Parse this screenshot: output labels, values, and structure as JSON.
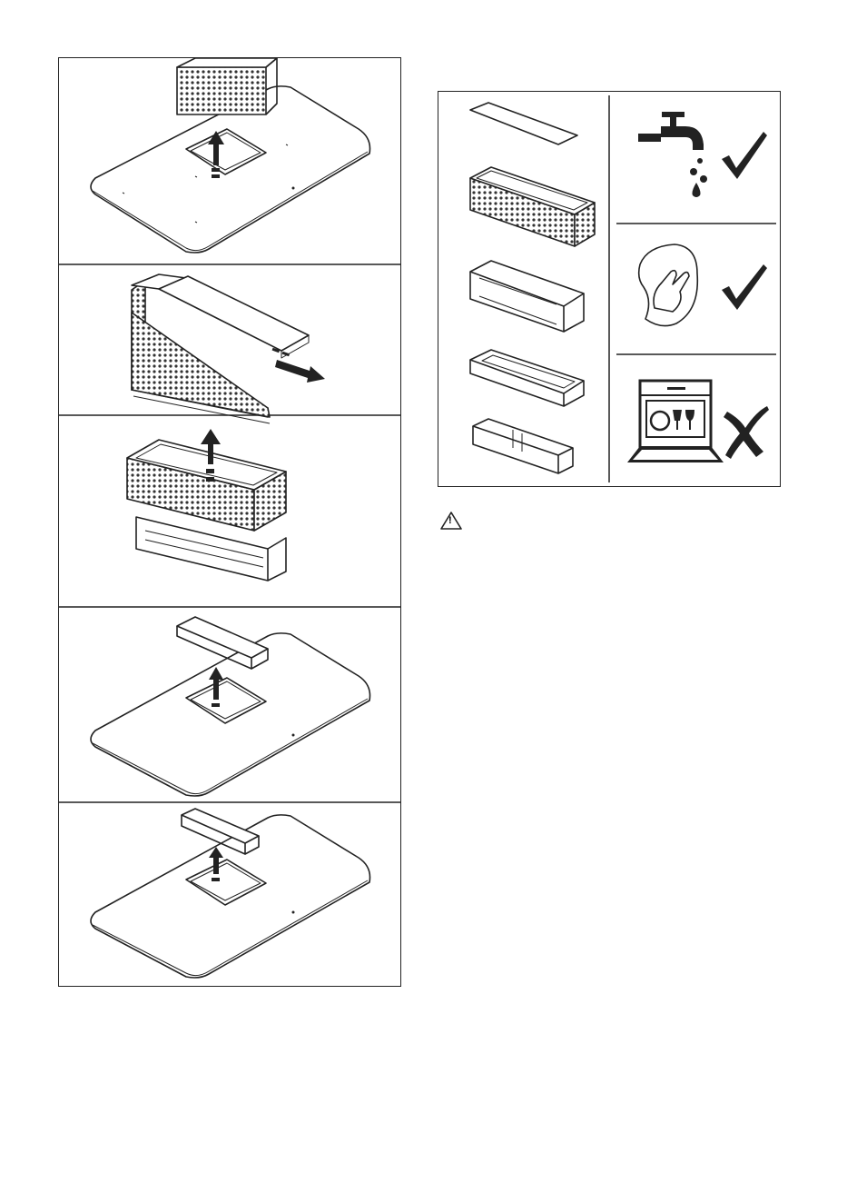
{
  "left_panel": {
    "steps": [
      {
        "id": "step-1",
        "description_icon": "lift-filter-out-icon"
      },
      {
        "id": "step-2",
        "description_icon": "slide-cover-off-icon"
      },
      {
        "id": "step-3",
        "description_icon": "lift-mesh-off-icon"
      },
      {
        "id": "step-4",
        "description_icon": "lift-frame-out-icon"
      },
      {
        "id": "step-5",
        "description_icon": "lift-tray-out-icon"
      }
    ]
  },
  "right_panel": {
    "parts": [
      "cover-plate-icon",
      "mesh-filter-icon",
      "filter-frame-icon",
      "filter-base-icon",
      "drip-tray-icon"
    ],
    "cleaning_methods": [
      {
        "method_icon": "water-tap-icon",
        "allowed": true,
        "result_icon": "check-mark-icon"
      },
      {
        "method_icon": "cloth-wipe-icon",
        "allowed": true,
        "result_icon": "check-mark-icon"
      },
      {
        "method_icon": "dishwasher-icon",
        "allowed": false,
        "result_icon": "cross-mark-icon"
      }
    ]
  },
  "warning": {
    "icon": "warning-triangle-icon",
    "symbol": "!"
  },
  "colors": {
    "ink": "#222222",
    "background": "#ffffff"
  }
}
